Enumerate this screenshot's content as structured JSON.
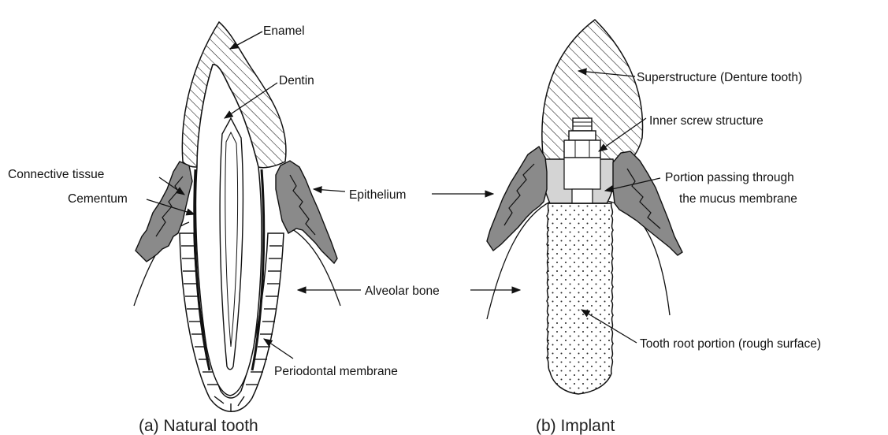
{
  "figure": {
    "natural": {
      "caption": "(a) Natural tooth",
      "labels": {
        "enamel": "Enamel",
        "dentin": "Dentin",
        "connective_tissue": "Connective tissue",
        "cementum": "Cementum",
        "periodontal_membrane": "Periodontal membrane"
      }
    },
    "implant": {
      "caption": "(b) Implant",
      "labels": {
        "superstructure": "Superstructure (Denture tooth)",
        "inner_screw": "Inner screw structure",
        "portion_line1": "Portion passing through",
        "portion_line2": "the mucus membrane",
        "root_portion": "Tooth root portion (rough surface)"
      }
    },
    "shared": {
      "epithelium": "Epithelium",
      "alveolar_bone": "Alveolar bone"
    },
    "colors": {
      "ink": "#111111",
      "gum_fill": "#8a8a8a",
      "collar_fill": "#d4d4d4",
      "root_fill": "#ffffff"
    }
  }
}
